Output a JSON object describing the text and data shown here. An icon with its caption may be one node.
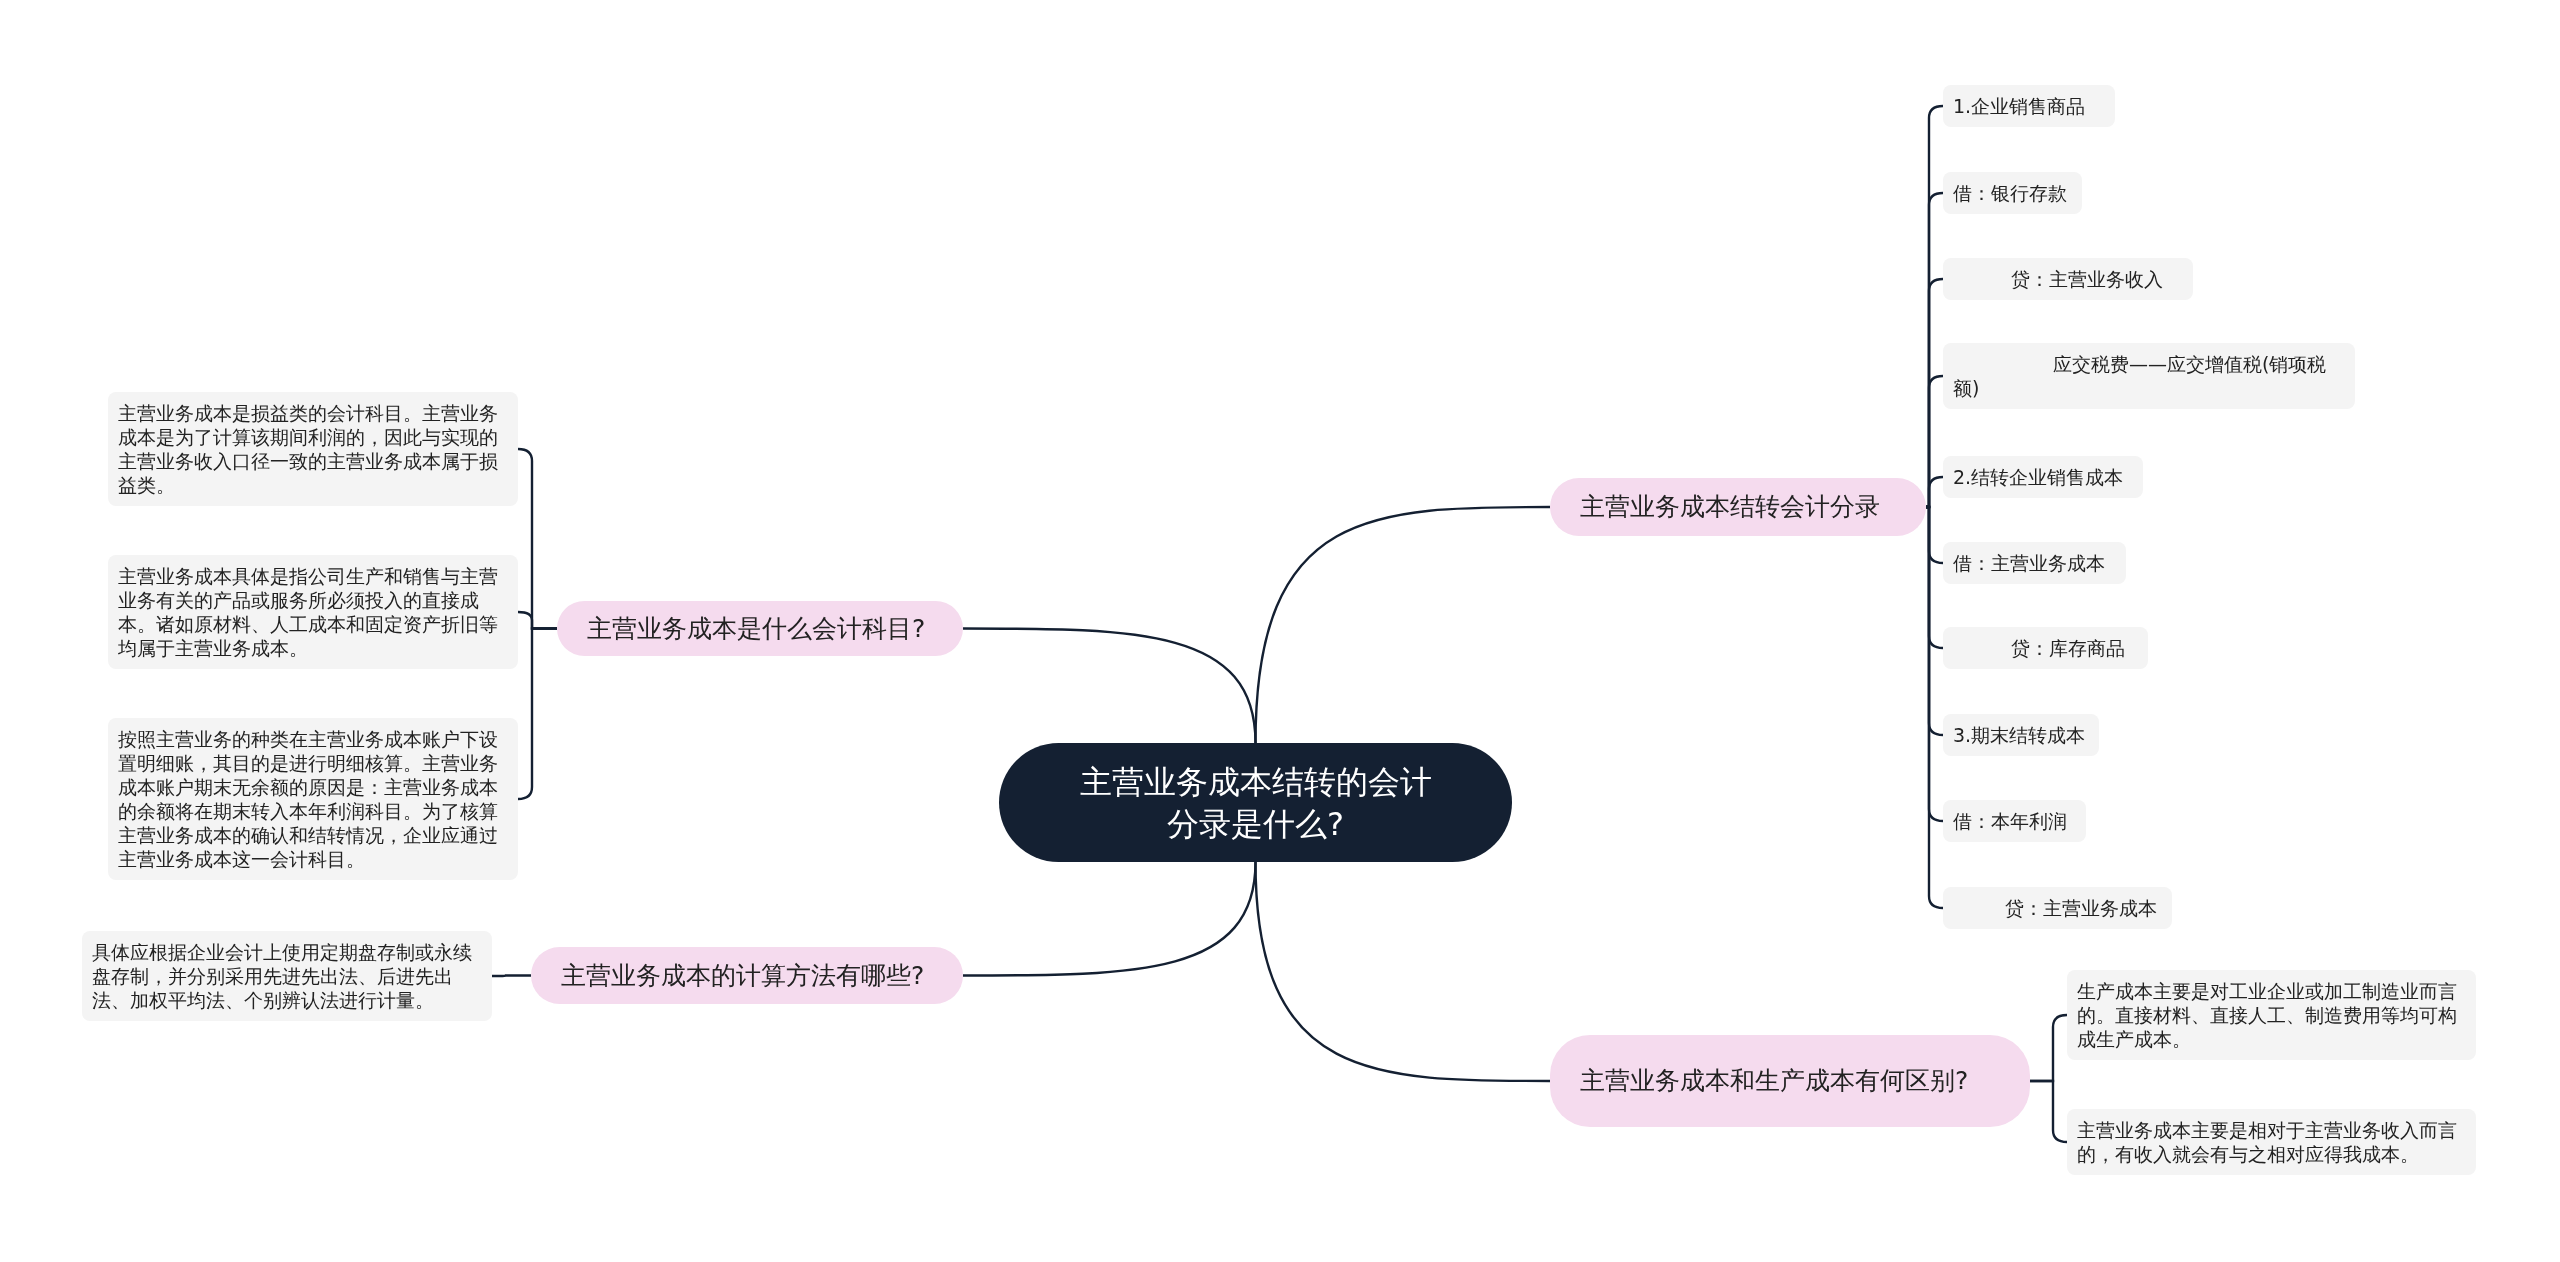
{
  "diagram": {
    "nodes": [
      {
        "text": [
          "主营业务成本结转的会计分录是什么?"
        ]
      },
      {
        "text": [
          "主营业务成本结转会计分录"
        ]
      },
      {
        "text": [
          "1.企业销售商品"
        ]
      },
      {
        "text": [
          "借：银行存款"
        ]
      },
      {
        "text": [
          "贷：主营业务收入"
        ]
      },
      {
        "text": [
          "应交税费——应交增值税(销项税额)"
        ]
      },
      {
        "text": [
          "2.结转企业销售成本"
        ]
      },
      {
        "text": [
          "借：主营业务成本"
        ]
      },
      {
        "text": [
          "贷：库存商品"
        ]
      },
      {
        "text": [
          "3.期末结转成本"
        ]
      },
      {
        "text": [
          "借：本年利润"
        ]
      },
      {
        "text": [
          "贷：主营业务成本"
        ]
      },
      {
        "text": [
          "主营业务成本和生产成本有何区别?"
        ]
      },
      {
        "text": [
          "生产成本主要是对工业企业或加工制造业而言的。直接材料、直接人工、制造费用等均可构成生产成本。"
        ]
      },
      {
        "text": [
          "主营业务成本主要是相对于主营业务收入而言的，有收入就会有与之相对应得我成本。"
        ]
      },
      {
        "text": [
          "主营业务成本是什么会计科目?"
        ]
      },
      {
        "text": [
          "主营业务成本是损益类的会计科目。主营业务成本是为了计算该期间利润的，因此与实现的主营业务收入口径一致的主营业务成本属于损益类。"
        ]
      },
      {
        "text": [
          "主营业务成本具体是指公司生产和销售与主营业务有关的产品或服务所必须投入的直接成本。诸如原材料、人工成本和固定资产折旧等均属于主营业务成本。"
        ]
      },
      {
        "text": [
          "按照主营业务的种类在主营业务成本账户下设置明细账，其目的是进行明细核算。主营业务成本账户期末无余额的原因是：主营业务成本的余额将在期末转入本年利润科目。为了核算主营业务成本的确认和结转情况，企业应通过主营业务成本这一会计科目。"
        ]
      },
      {
        "text": [
          "主营业务成本的计算方法有哪些?"
        ]
      },
      {
        "text": [
          "具体应根据企业会计上使用定期盘存制或永续盘存制，并分别采用先进先出法、后进先出法、加权平均法、个别辨认法进行计量。"
        ]
      }
    ],
    "edges": [
      {
        "from": 0,
        "to": 1,
        "arrow": "none"
      },
      {
        "from": 1,
        "to": 2,
        "arrow": "none"
      },
      {
        "from": 1,
        "to": 3,
        "arrow": "none"
      },
      {
        "from": 1,
        "to": 4,
        "arrow": "none"
      },
      {
        "from": 1,
        "to": 5,
        "arrow": "none"
      },
      {
        "from": 1,
        "to": 6,
        "arrow": "none"
      },
      {
        "from": 1,
        "to": 7,
        "arrow": "none"
      },
      {
        "from": 1,
        "to": 8,
        "arrow": "none"
      },
      {
        "from": 1,
        "to": 9,
        "arrow": "none"
      },
      {
        "from": 1,
        "to": 10,
        "arrow": "none"
      },
      {
        "from": 1,
        "to": 11,
        "arrow": "none"
      },
      {
        "from": 0,
        "to": 12,
        "arrow": "none"
      },
      {
        "from": 12,
        "to": 13,
        "arrow": "none"
      },
      {
        "from": 12,
        "to": 14,
        "arrow": "none"
      },
      {
        "from": 0,
        "to": 15,
        "arrow": "none"
      },
      {
        "from": 15,
        "to": 16,
        "arrow": "none"
      },
      {
        "from": 15,
        "to": 17,
        "arrow": "none"
      },
      {
        "from": 15,
        "to": 18,
        "arrow": "none"
      },
      {
        "from": 0,
        "to": 19,
        "arrow": "none"
      },
      {
        "from": 19,
        "to": 20,
        "arrow": "none"
      }
    ]
  }
}
